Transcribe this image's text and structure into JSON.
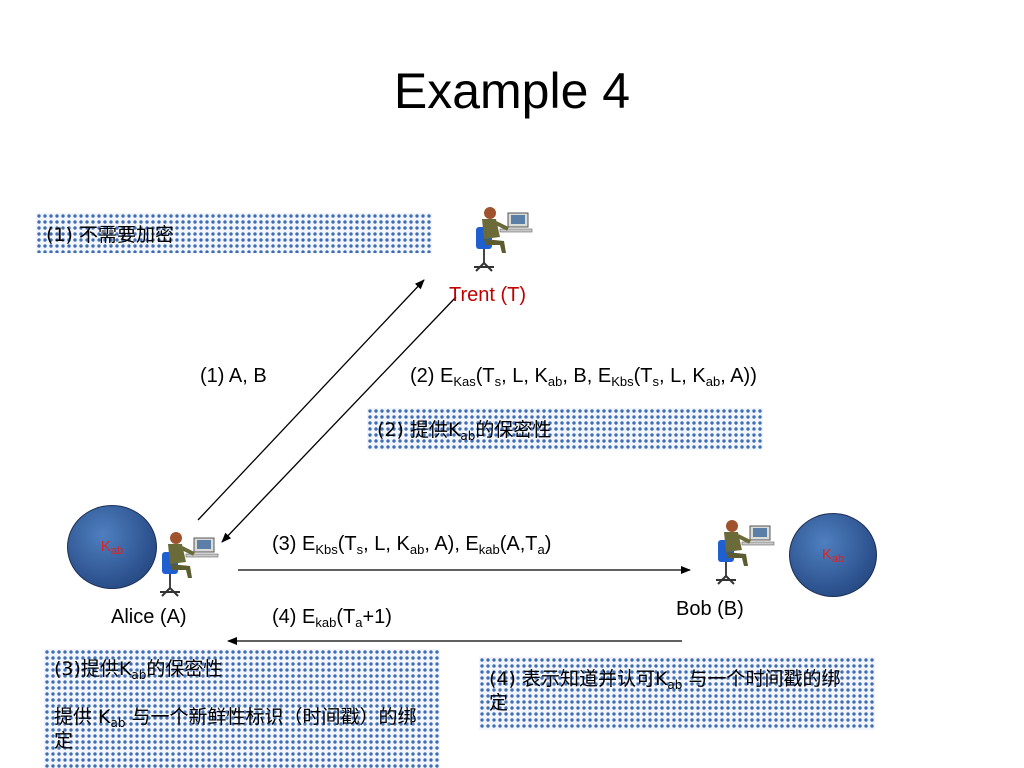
{
  "title": "Example  4",
  "nodes": {
    "trent": {
      "label": "Trent (T)",
      "color": "#c00000"
    },
    "alice": {
      "label": "Alice (A)"
    },
    "bob": {
      "label": "Bob (B)"
    }
  },
  "keys": {
    "alice_key": {
      "main": "K",
      "sub": "ab"
    },
    "bob_key": {
      "main": "K",
      "sub": "ab"
    }
  },
  "messages": {
    "m1": "(1) A, B",
    "m2": {
      "p1": "(2) E",
      "s1": "Kas",
      "p2": "(T",
      "s2": "s",
      "p3": ", L, K",
      "s3": "ab",
      "p4": ", B, E",
      "s4": "Kbs",
      "p5": "(T",
      "s5": "s",
      "p6": ", L, K",
      "s6": "ab",
      "p7": ", A))"
    },
    "m3": {
      "p1": "(3) E",
      "s1": "Kbs",
      "p2": "(T",
      "s2": "s",
      "p3": ", L, K",
      "s3": "ab",
      "p4": ", A), E",
      "s4": "kab",
      "p5": "(A,T",
      "s5": "a",
      "p6": ")"
    },
    "m4": {
      "p1": "(4) E",
      "s1": "kab",
      "p2": "(T",
      "s2": "a",
      "p3": "+1)"
    }
  },
  "notes": {
    "n1": "(1) 不需要加密",
    "n2": {
      "p1": "(2) 提供K",
      "s1": "ab",
      "p2": "的保密性"
    },
    "n3": {
      "line1_p1": "(3)提供K",
      "line1_s1": "ab",
      "line1_p2": "的保密性",
      "line2_p1": "提供 K",
      "line2_s1": "ab",
      "line2_p2": " 与一个新鲜性标识（时间戳）的绑定"
    },
    "n4": {
      "p1": "(4) 表示知道并认可K",
      "s1": "ab",
      "p2": " 与一个时间戳的绑定"
    }
  },
  "colors": {
    "pattern": "#3f6db4",
    "key_fill": "#2a4f8a",
    "key_text": "#e8201a"
  }
}
